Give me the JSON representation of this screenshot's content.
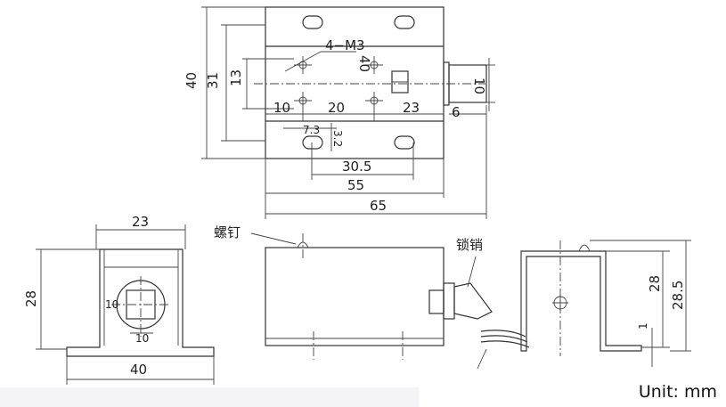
{
  "top_view": {
    "dim_40": "40",
    "dim_31": "31",
    "dim_13": "13",
    "hole_label": "4−M3",
    "dim_40_slot": "40",
    "dim_10_right": "10",
    "dim_10_left": "10",
    "dim_20": "20",
    "dim_23": "23",
    "dim_6": "6",
    "dim_7_3": "7.3",
    "dim_3_2": "3.2",
    "dim_30_5": "30.5",
    "dim_55": "55",
    "dim_65": "65"
  },
  "front_view": {
    "dim_23": "23",
    "dim_28": "28",
    "dim_10_v": "10",
    "dim_10_h": "10",
    "dim_40": "40"
  },
  "side_view": {
    "screw_label": "螺钉",
    "latch_label": "锁销"
  },
  "right_view": {
    "dim_28": "28",
    "dim_28_5": "28.5",
    "dim_1": "1"
  },
  "unit": "Unit: mm"
}
